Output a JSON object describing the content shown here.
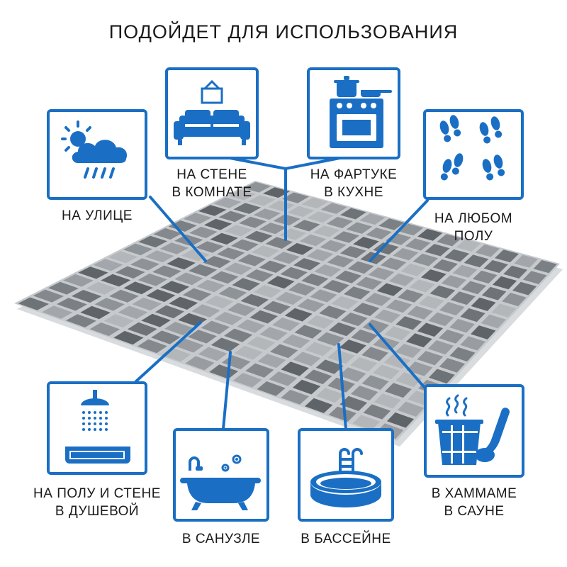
{
  "title": "ПОДОЙДЕТ ДЛЯ ИСПОЛЬЗОВАНИЯ",
  "colors": {
    "accent": "#1a6fc4",
    "text": "#1a1a1a",
    "tile_grey": "#8e9397"
  },
  "items": [
    {
      "icon": "weather-icon",
      "line1": "НА УЛИЦЕ",
      "line2": ""
    },
    {
      "icon": "sofa-icon",
      "line1": "НА СТЕНЕ",
      "line2": "В КОМНАТЕ"
    },
    {
      "icon": "stove-icon",
      "line1": "НА ФАРТУКЕ",
      "line2": "В КУХНЕ"
    },
    {
      "icon": "footprints-icon",
      "line1": "НА ЛЮБОМ",
      "line2": "ПОЛУ"
    },
    {
      "icon": "shower-icon",
      "line1": "НА ПОЛУ И СТЕНЕ",
      "line2": "В ДУШЕВОЙ"
    },
    {
      "icon": "bathtub-icon",
      "line1": "В САНУЗЛЕ",
      "line2": ""
    },
    {
      "icon": "pool-icon",
      "line1": "В БАССЕЙНЕ",
      "line2": ""
    },
    {
      "icon": "sauna-bucket-icon",
      "line1": "В ХАММАМЕ",
      "line2": "В САУНЕ"
    }
  ]
}
